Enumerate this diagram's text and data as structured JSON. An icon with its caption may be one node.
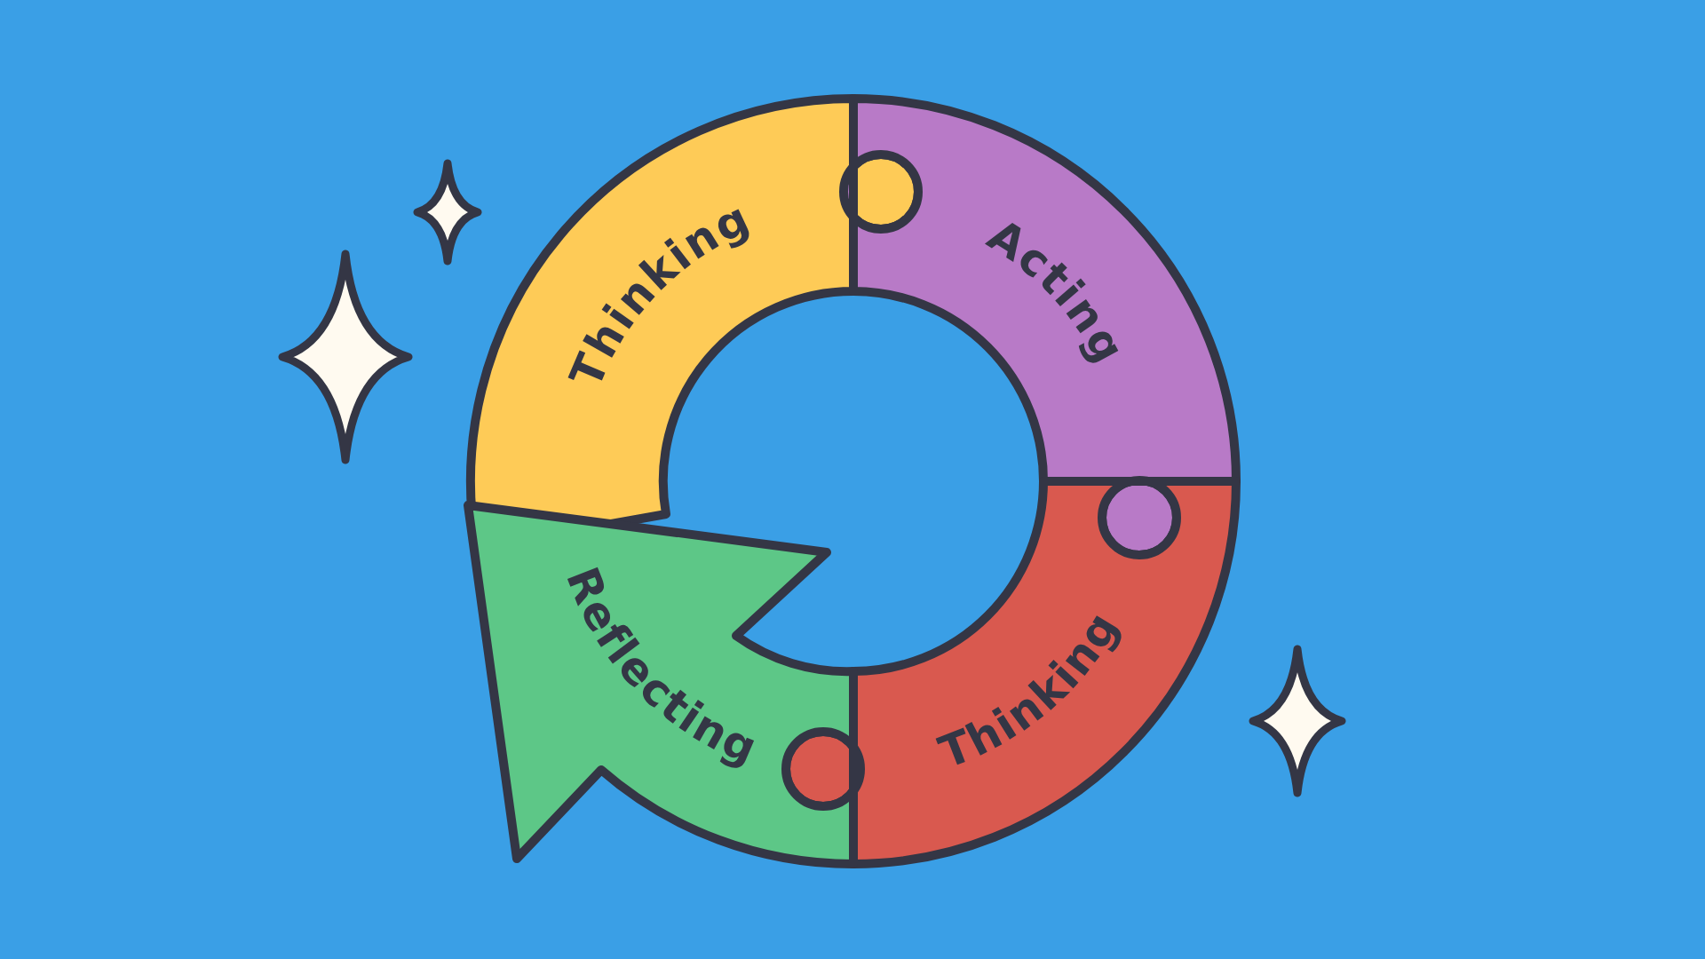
{
  "diagram": {
    "nodes": [
      {
        "text": [
          "Thinking"
        ]
      },
      {
        "text": [
          "Acting"
        ]
      },
      {
        "text": [
          "Thinking"
        ]
      },
      {
        "text": [
          "Reflecting"
        ]
      }
    ]
  }
}
